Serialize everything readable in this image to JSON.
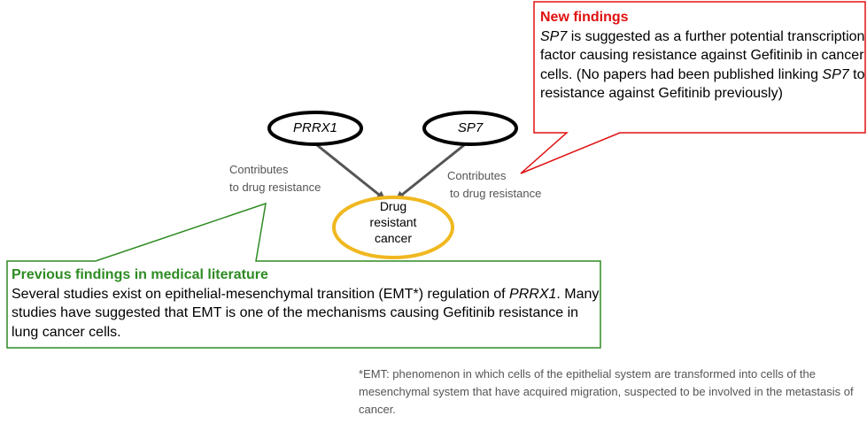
{
  "nodes": {
    "prrx1": "PRRX1",
    "sp7": "SP7",
    "drug_resistant_line1": "Drug",
    "drug_resistant_line2": "resistant",
    "drug_resistant_line3": "cancer"
  },
  "edges": {
    "left_line1": "Contributes",
    "left_line2": "to drug resistance",
    "right_line1": "Contributes",
    "right_line2": "to drug resistance"
  },
  "new_findings": {
    "title": "New findings",
    "gene": "SP7",
    "text1": " is suggested as a further potential transcription factor causing resistance against Gefitinib in cancer cells. (No papers had been published linking ",
    "gene2": "SP7",
    "text2": " to resistance against Gefitinib previously)"
  },
  "previous_findings": {
    "title": "Previous findings in medical literature",
    "text1": "Several studies exist on epithelial-mesenchymal transition (EMT*) regulation of ",
    "gene": "PRRX1",
    "text2": ". Many studies have suggested that EMT is one of the mechanisms causing Gefitinib resistance in lung cancer cells."
  },
  "footnote": "*EMT: phenomenon in which cells of the epithelial system are transformed into cells of the mesenchymal system that have acquired migration, suspected to be involved in the metastasis of cancer.",
  "colors": {
    "new_findings_border": "#e01010",
    "previous_findings_border": "#2e8b22",
    "drug_node_border": "#f0b820",
    "arrow": "#555555"
  }
}
